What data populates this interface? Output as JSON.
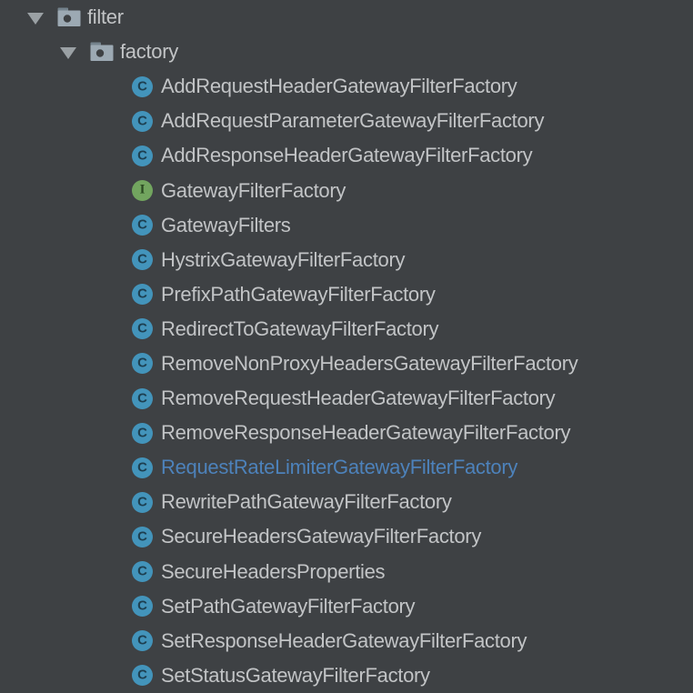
{
  "colors": {
    "background": "#3e4144",
    "text": "#c2c4c6",
    "highlight_text": "#4d82bb",
    "arrow": "#9aa0a4",
    "folder_body": "#9ca9b3",
    "folder_tab": "#74828c",
    "folder_dot": "#3e4144",
    "class_icon_bg": "#4394bb",
    "class_icon_letter": "#1d3f50",
    "interface_icon_bg": "#72a55f",
    "interface_icon_letter": "#2b4a22"
  },
  "icons": {
    "class_letter": "C",
    "interface_letter": "I",
    "chevron_state": "expanded"
  },
  "tree": {
    "rows": [
      {
        "type": "folder",
        "label": "filter",
        "level": 0,
        "expanded": true
      },
      {
        "type": "folder",
        "label": "factory",
        "level": 1,
        "expanded": true
      },
      {
        "type": "class",
        "label": "AddRequestHeaderGatewayFilterFactory",
        "level": 2
      },
      {
        "type": "class",
        "label": "AddRequestParameterGatewayFilterFactory",
        "level": 2
      },
      {
        "type": "class",
        "label": "AddResponseHeaderGatewayFilterFactory",
        "level": 2
      },
      {
        "type": "interface",
        "label": "GatewayFilterFactory",
        "level": 2
      },
      {
        "type": "class",
        "label": "GatewayFilters",
        "level": 2
      },
      {
        "type": "class",
        "label": "HystrixGatewayFilterFactory",
        "level": 2
      },
      {
        "type": "class",
        "label": "PrefixPathGatewayFilterFactory",
        "level": 2
      },
      {
        "type": "class",
        "label": "RedirectToGatewayFilterFactory",
        "level": 2
      },
      {
        "type": "class",
        "label": "RemoveNonProxyHeadersGatewayFilterFactory",
        "level": 2
      },
      {
        "type": "class",
        "label": "RemoveRequestHeaderGatewayFilterFactory",
        "level": 2
      },
      {
        "type": "class",
        "label": "RemoveResponseHeaderGatewayFilterFactory",
        "level": 2
      },
      {
        "type": "class",
        "label": "RequestRateLimiterGatewayFilterFactory",
        "level": 2,
        "highlighted": true
      },
      {
        "type": "class",
        "label": "RewritePathGatewayFilterFactory",
        "level": 2
      },
      {
        "type": "class",
        "label": "SecureHeadersGatewayFilterFactory",
        "level": 2
      },
      {
        "type": "class",
        "label": "SecureHeadersProperties",
        "level": 2
      },
      {
        "type": "class",
        "label": "SetPathGatewayFilterFactory",
        "level": 2
      },
      {
        "type": "class",
        "label": "SetResponseHeaderGatewayFilterFactory",
        "level": 2
      },
      {
        "type": "class",
        "label": "SetStatusGatewayFilterFactory",
        "level": 2
      }
    ]
  }
}
